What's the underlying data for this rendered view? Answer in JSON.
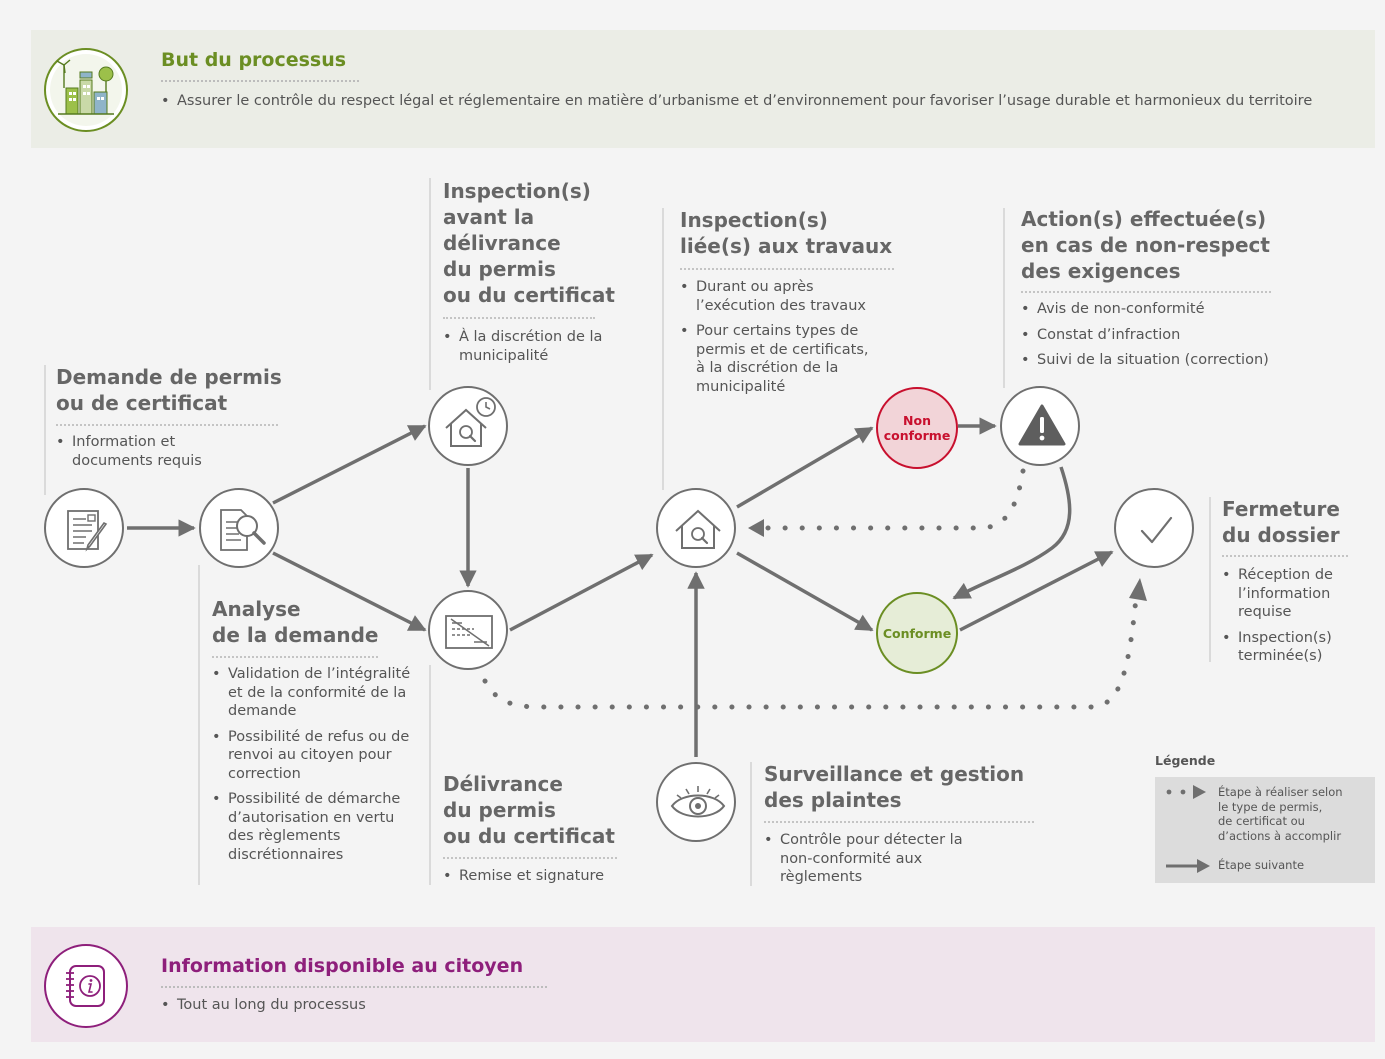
{
  "purpose": {
    "title": "But du processus",
    "text": "Assurer le contrôle du respect légal et réglementaire en matière d’urbanisme et d’environnement pour favoriser l’usage durable et harmonieux du territoire",
    "icon": "sustainable-city-icon",
    "color": "#6b8e23"
  },
  "steps": {
    "demande": {
      "title_lines": [
        "Demande de permis",
        "ou de certificat"
      ],
      "bullets": [
        "Information et documents requis"
      ],
      "icon": "form-document-icon"
    },
    "analyse": {
      "title_lines": [
        "Analyse",
        "de la demande"
      ],
      "bullets": [
        "Validation de l’intégralité et de la conformité de la demande",
        "Possibilité de refus ou de renvoi au citoyen pour correction",
        "Possibilité de démarche d’autorisation en vertu des règlements discrétionnaires"
      ],
      "icon": "document-search-icon"
    },
    "inspection_avant": {
      "title_lines": [
        "Inspection(s)",
        "avant la",
        "délivrance",
        "du permis",
        "ou du certificat"
      ],
      "bullets": [
        "À la discrétion de la municipalité"
      ],
      "icon": "house-inspection-clock-icon"
    },
    "delivrance": {
      "title_lines": [
        "Délivrance",
        "du permis",
        "ou du certificat"
      ],
      "bullets": [
        "Remise et signature"
      ],
      "icon": "permit-certificate-icon"
    },
    "inspection_travaux": {
      "title_lines": [
        "Inspection(s)",
        "liée(s) aux travaux"
      ],
      "bullets": [
        "Durant ou après l’exécution des travaux",
        "Pour certains types de permis et de certificats, à la discrétion de la municipalité"
      ],
      "icon": "house-inspection-icon"
    },
    "surveillance": {
      "title_lines": [
        "Surveillance et gestion",
        "des plaintes"
      ],
      "bullets": [
        "Contrôle pour détecter la non-conformité aux règlements"
      ],
      "icon": "eye-icon"
    },
    "actions": {
      "title_lines": [
        "Action(s) effectuée(s)",
        "en cas de non-respect",
        "des exigences"
      ],
      "bullets": [
        "Avis de non-conformité",
        "Constat d’infraction",
        "Suivi de la situation (correction)"
      ],
      "icon": "warning-icon"
    },
    "fermeture": {
      "title_lines": [
        "Fermeture",
        "du dossier"
      ],
      "bullets": [
        "Réception de l’information requise",
        "Inspection(s) terminée(s)"
      ],
      "icon": "checkmark-icon"
    }
  },
  "status": {
    "non_conforme": {
      "lines": [
        "Non",
        "conforme"
      ],
      "color": "#c8102e",
      "fill": "#f2d4d8"
    },
    "conforme": {
      "label": "Conforme",
      "color": "#6b8e23",
      "fill": "#e6edd7"
    }
  },
  "legend": {
    "title": "Légende",
    "dotted_lines": [
      "Étape à réaliser selon",
      "le type de permis,",
      "de certificat ou",
      "d’actions à accomplir"
    ],
    "solid_label": "Étape suivante"
  },
  "info": {
    "title": "Information disponible au citoyen",
    "text": "Tout au long du processus",
    "icon": "info-notebook-icon",
    "color": "#8e1f7b"
  }
}
